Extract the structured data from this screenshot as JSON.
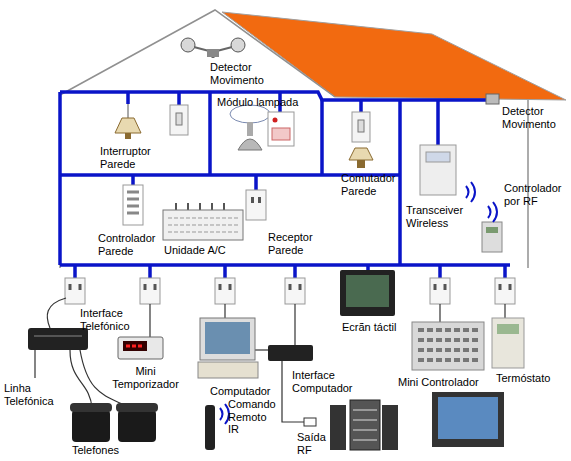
{
  "diagram": {
    "labels": [
      "Detector Movimento",
      "Módulo lampada",
      "Interruptor Parede",
      "Comutador Parede",
      "Transceiver Wireless",
      "Detector Movimento",
      "Controlador por RF",
      "Controlador Parede",
      "Unidade A/C",
      "Receptor Parede",
      "Interface Telefónico",
      "Mini Temporizador",
      "Computador",
      "Interface Computador",
      "Ecrãn táctil",
      "Mini Controlador",
      "Termóstato",
      "Linha Telefónica",
      "Telefones",
      "Comando Remoto IR",
      "Saída RF"
    ]
  }
}
